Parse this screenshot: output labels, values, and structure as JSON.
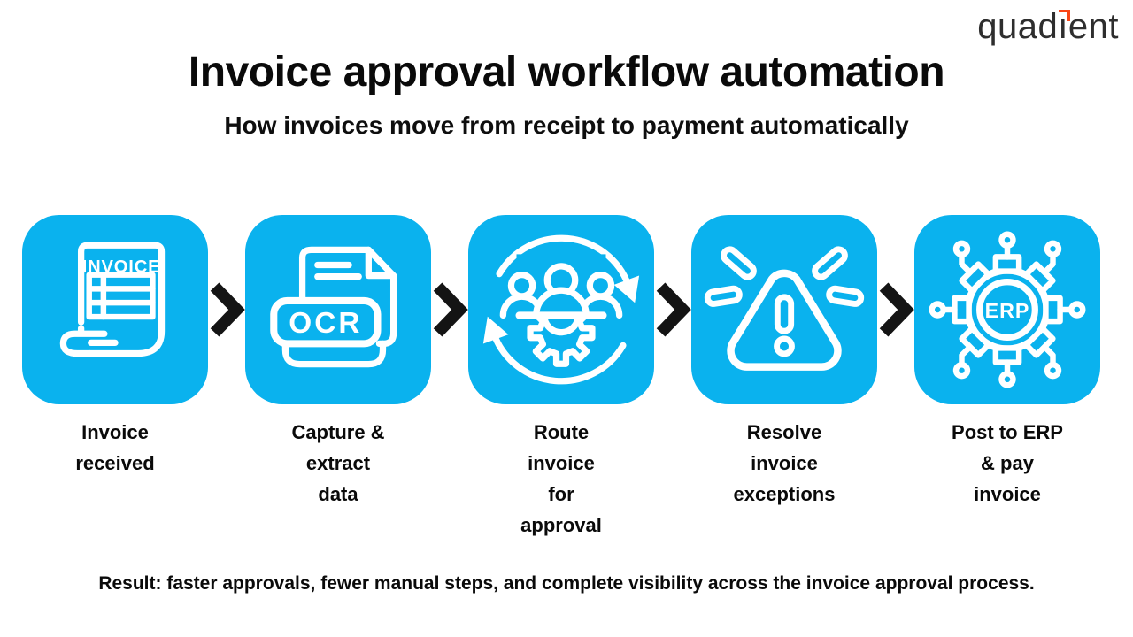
{
  "page": {
    "background_color": "#ffffff"
  },
  "logo": {
    "brand": "quadient",
    "text_before_i": "quad",
    "text_i": "ı",
    "text_after_i": "ent",
    "accent_color": "#fa4616",
    "text_color": "#2e2e2e"
  },
  "header": {
    "title": "Invoice approval workflow automation",
    "subtitle": "How invoices move from receipt to payment automatically"
  },
  "flow": {
    "box_color": "#0ab2ee",
    "icon_color": "#ffffff",
    "arrow_color": "#141414",
    "steps": [
      {
        "label": "Invoice\nreceived",
        "icon": "invoice-document-icon",
        "icon_text": "INVOICE"
      },
      {
        "label": "Capture &\nextract\ndata",
        "icon": "ocr-capture-icon",
        "icon_text": "OCR"
      },
      {
        "label": "Route\ninvoice\nfor\napproval",
        "icon": "approval-routing-cycle-icon"
      },
      {
        "label": "Resolve\ninvoice\nexceptions",
        "icon": "exception-alert-icon"
      },
      {
        "label": "Post to ERP\n& pay\ninvoice",
        "icon": "erp-integration-icon",
        "icon_text": "ERP"
      }
    ]
  },
  "footer": {
    "result_text": "Result: faster approvals, fewer manual steps, and complete visibility across the invoice approval process."
  }
}
